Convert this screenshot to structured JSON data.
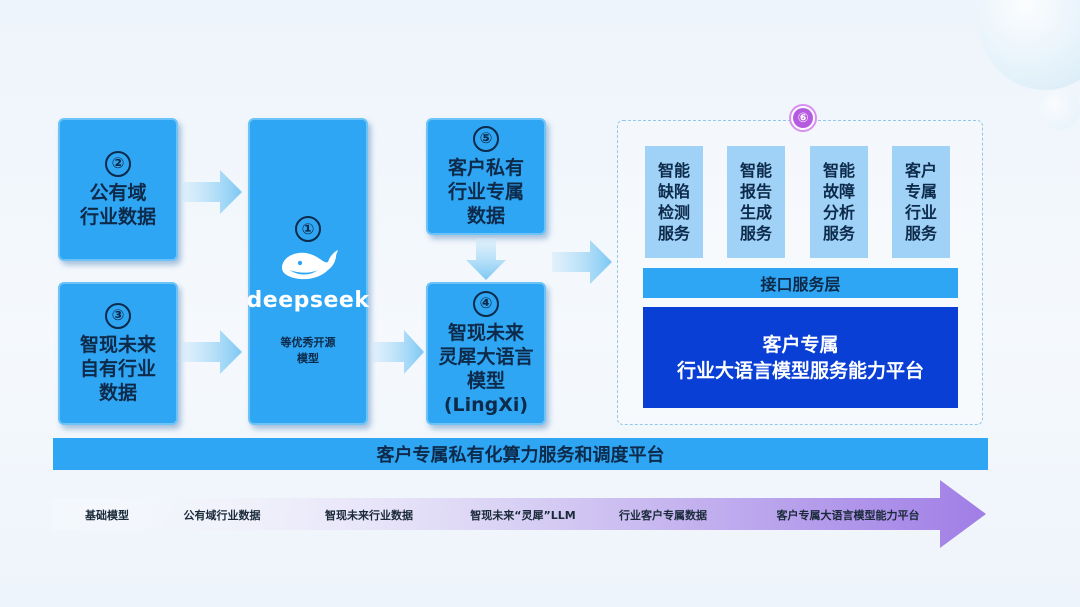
{
  "boxes": {
    "box1": {
      "num": "①",
      "logo": "deepseek",
      "lines": [
        "等优秀开源",
        "模型"
      ]
    },
    "box2": {
      "num": "②",
      "lines": [
        "公有域",
        "行业数据"
      ]
    },
    "box3": {
      "num": "③",
      "lines": [
        "智现未来",
        "自有行业",
        "数据"
      ]
    },
    "box4": {
      "num": "④",
      "lines": [
        "智现未来",
        "灵犀大语言",
        "模型",
        "(LingXi)"
      ]
    },
    "box5": {
      "num": "⑤",
      "lines": [
        "客户私有",
        "行业专属",
        "数据"
      ]
    }
  },
  "platform": {
    "badge": "⑥",
    "services": [
      [
        "智能",
        "缺陷",
        "检测",
        "服务"
      ],
      [
        "智能",
        "报告",
        "生成",
        "服务"
      ],
      [
        "智能",
        "故障",
        "分析",
        "服务"
      ],
      [
        "客户",
        "专属",
        "行业",
        "服务"
      ]
    ],
    "api_layer": "接口服务层",
    "main_lines": [
      "客户专属",
      "行业大语言模型服务能力平台"
    ]
  },
  "bottom_bar": "客户专属私有化算力服务和调度平台",
  "flow_labels": [
    "基础模型",
    "公有域行业数据",
    "智现未来行业数据",
    "智现未来“灵犀”LLM",
    "行业客户专属数据",
    "客户专属大语言模型能力平台"
  ],
  "colors": {
    "box_blue": "#2ea6f3",
    "service_light_blue": "#9fd2f6",
    "platform_dark_blue": "#0a3fd6",
    "badge_purple": "#b55be0",
    "arrow_gradient_end": "#a07ee6"
  }
}
